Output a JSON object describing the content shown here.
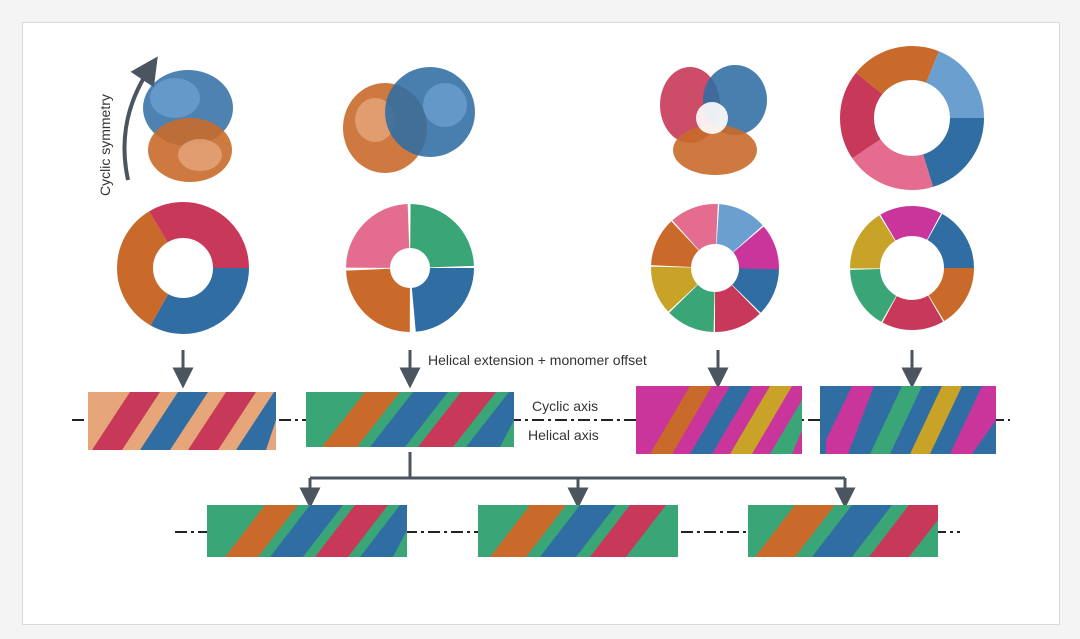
{
  "labels": {
    "cyclic_symmetry": "Cyclic symmetry",
    "helical_extension": "Helical extension + monomer offset",
    "cyclic_axis": "Cyclic axis",
    "helical_axis": "Helical axis"
  },
  "colors": {
    "blue": "#2f6da3",
    "lightblue": "#6a9fcf",
    "orange": "#c96a2b",
    "lightorange": "#e6a67a",
    "crimson": "#c83858",
    "pink": "#e46c8f",
    "green": "#3aa677",
    "magenta": "#c9359b",
    "gold": "#c9a327",
    "arrow": "#4a5560"
  }
}
